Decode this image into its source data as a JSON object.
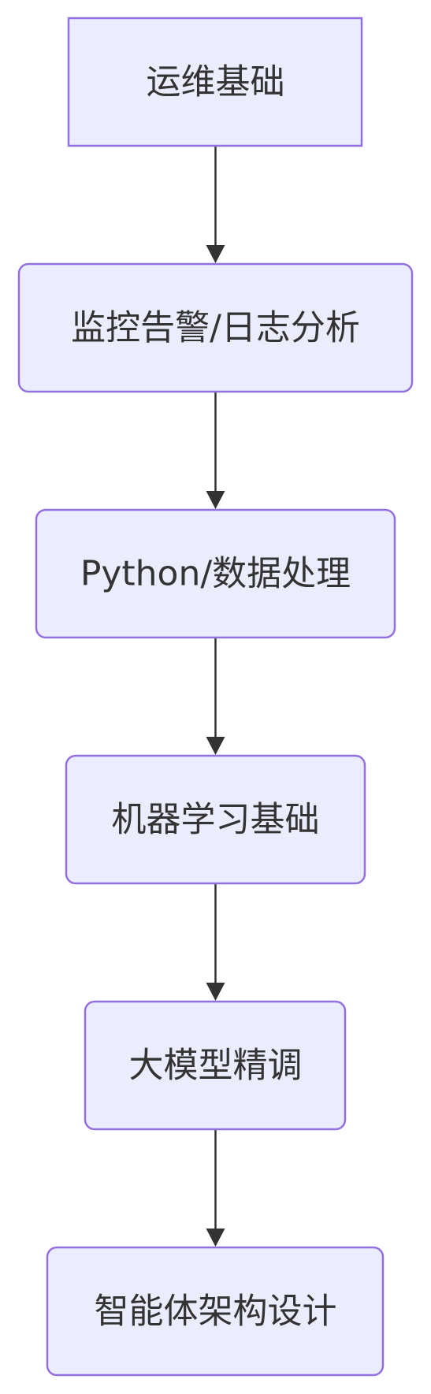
{
  "diagram": {
    "type": "flowchart",
    "direction": "top-to-bottom",
    "nodes": [
      {
        "id": "n1",
        "label": "运维基础",
        "shape": "rect"
      },
      {
        "id": "n2",
        "label": "监控告警/日志分析",
        "shape": "rounded"
      },
      {
        "id": "n3",
        "label": "Python/数据处理",
        "shape": "rounded"
      },
      {
        "id": "n4",
        "label": "机器学习基础",
        "shape": "rounded"
      },
      {
        "id": "n5",
        "label": "大模型精调",
        "shape": "rounded"
      },
      {
        "id": "n6",
        "label": "智能体架构设计",
        "shape": "rounded"
      }
    ],
    "edges": [
      {
        "from": "n1",
        "to": "n2"
      },
      {
        "from": "n2",
        "to": "n3"
      },
      {
        "from": "n3",
        "to": "n4"
      },
      {
        "from": "n4",
        "to": "n5"
      },
      {
        "from": "n5",
        "to": "n6"
      }
    ]
  },
  "colors": {
    "node_fill": "#ECECFF",
    "node_stroke": "#9370DB",
    "text": "#333333",
    "edge": "#333333",
    "background": "#FFFFFF"
  }
}
